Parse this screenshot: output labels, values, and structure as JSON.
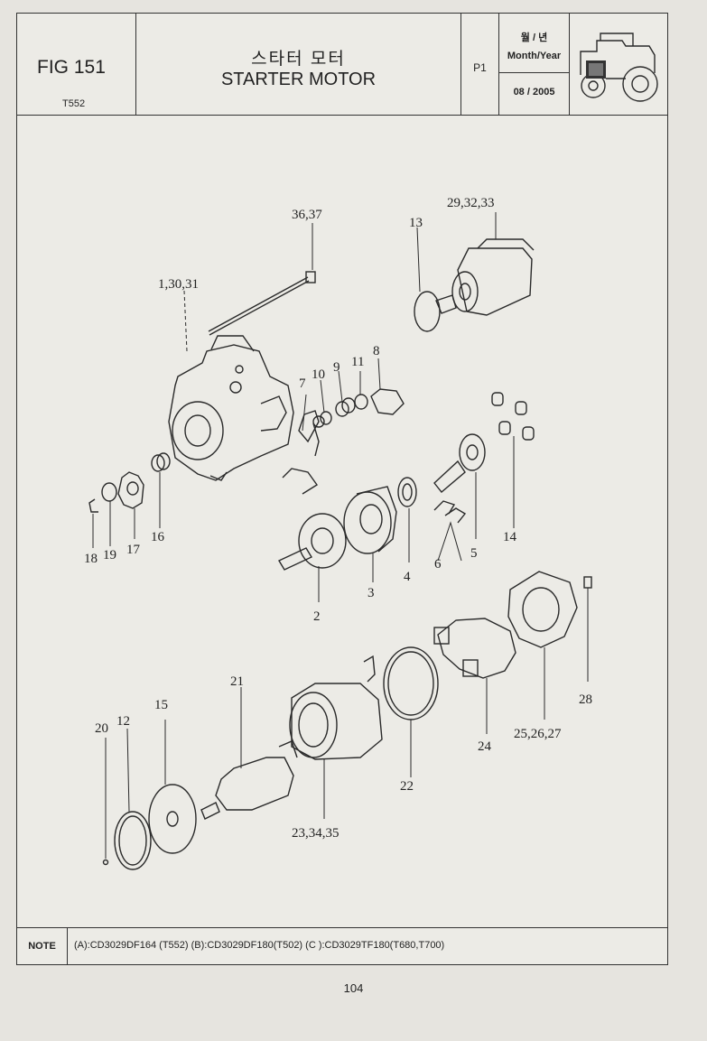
{
  "header": {
    "fig_number": "FIG 151",
    "fig_code": "T552",
    "title_ko": "스타터 모터",
    "title_en": "STARTER MOTOR",
    "page": "P1",
    "date_label_ko": "월 / 년",
    "date_label_en": "Month/Year",
    "date_value": "08 / 2005",
    "logo_icon": "tractor-icon"
  },
  "callouts": {
    "c1": "1,30,31",
    "c2": "2",
    "c3": "3",
    "c4": "4",
    "c5": "5",
    "c6": "6",
    "c7": "7",
    "c8": "8",
    "c9": "9",
    "c10": "10",
    "c11": "11",
    "c12": "12",
    "c13": "13",
    "c14": "14",
    "c15": "15",
    "c16": "16",
    "c17": "17",
    "c18": "18",
    "c19": "19",
    "c20": "20",
    "c21": "21",
    "c22": "22",
    "c23": "23,34,35",
    "c24": "24",
    "c25": "25,26,27",
    "c28": "28",
    "c29": "29,32,33",
    "c36": "36,37"
  },
  "note": {
    "label": "NOTE",
    "text": "(A):CD3029DF164 (T552)  (B):CD3029DF180(T502)  (C ):CD3029TF180(T680,T700)"
  },
  "page_number": "104"
}
